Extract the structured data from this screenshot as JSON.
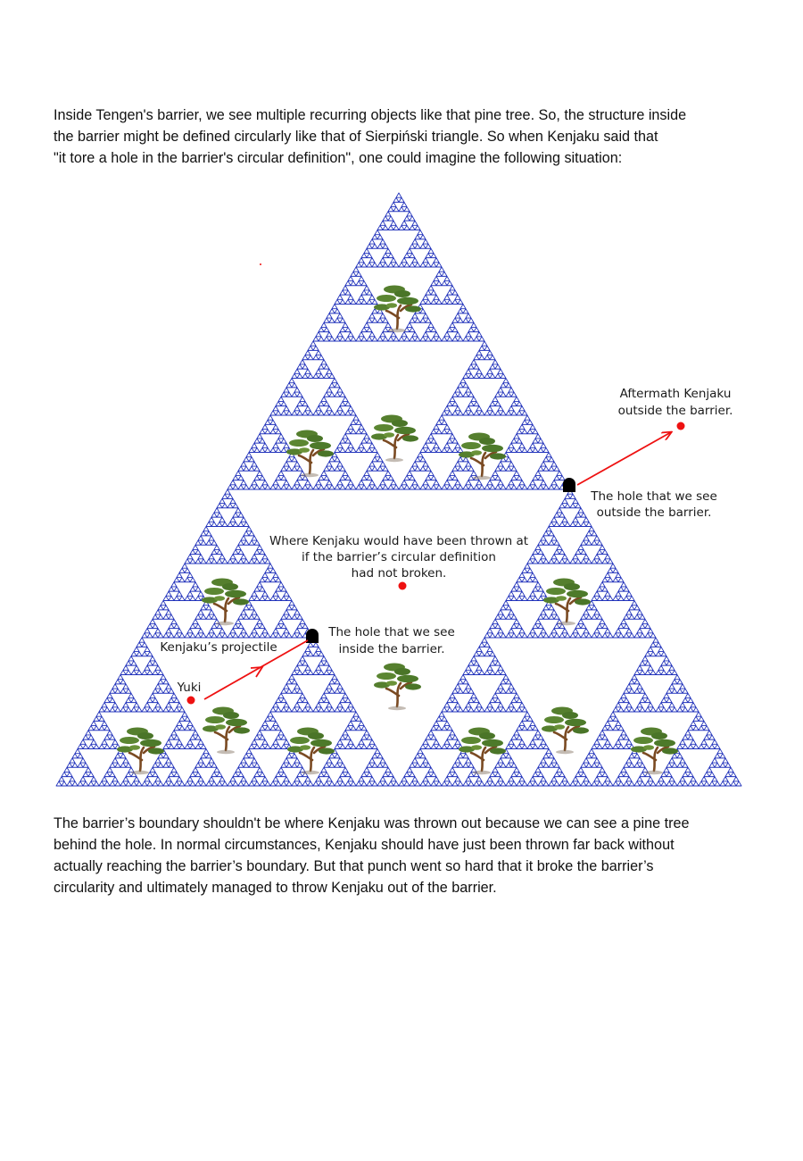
{
  "intro_lines": [
    "Inside Tengen's barrier, we see multiple recurring objects like that pine tree. So, the structure inside",
    "the barrier might be defined circularly like that of Sierpiński triangle. So when Kenjaku said that",
    "\"it tore a hole in the barrier's circular definition\", one could imagine the following situation:"
  ],
  "outro_lines": [
    "The barrier’s boundary shouldn't be where Kenjaku was thrown out because we can see a pine tree",
    "behind the hole. In normal circumstances, Kenjaku should have just been thrown far back without",
    "actually reaching the barrier’s boundary. But that punch went so hard that it broke the barrier’s",
    "circularity and ultimately managed to throw Kenjaku out of the barrier."
  ],
  "figure": {
    "colors": {
      "fractal": "#2233bb",
      "arrow": "#ee1111",
      "dot": "#ee1111",
      "hole": "#000000",
      "tree_foliage": "#4d7a2a",
      "tree_trunk": "#7a4a22"
    },
    "labels": {
      "aftermath_line1": "Aftermath Kenjaku",
      "aftermath_line2": "outside the barrier.",
      "hole_outside_line1": "The hole that we see",
      "hole_outside_line2": "outside the barrier.",
      "thrown_line1": "Where Kenjaku would have been thrown at",
      "thrown_line2": "if the barrier’s circular definition",
      "thrown_line3": "had not broken.",
      "hole_inside_line1": "The hole that we see",
      "hole_inside_line2": "inside the barrier.",
      "projectile": "Kenjaku’s projectile",
      "yuki": "Yuki"
    },
    "icons": [
      "pine-tree-icon",
      "hole-icon",
      "arrow-icon"
    ]
  }
}
